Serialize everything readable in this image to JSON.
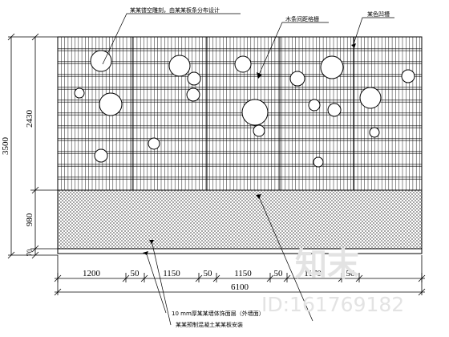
{
  "dimensions": {
    "vertical": {
      "total": "3500",
      "upper": "2430",
      "lower": "980",
      "base": "70"
    },
    "horizontal": {
      "segments": [
        "1200",
        "50",
        "1150",
        "50",
        "1150",
        "50",
        "1170",
        "50"
      ],
      "total": "6100"
    }
  },
  "annotations": {
    "top_left": "某某镂空雕刻，由某某板条分布设计",
    "top_middle": "木条间距格栅",
    "top_right": "某色凹槽",
    "bottom_1": "10 mm厚某某墙体饰面层（外墙面）",
    "bottom_2": "某某预制混凝土某某板安装"
  },
  "watermark": {
    "brand": "知末",
    "id": "ID:161769182"
  },
  "colors": {
    "line": "#000000",
    "watermark": "#e3e3e3"
  }
}
